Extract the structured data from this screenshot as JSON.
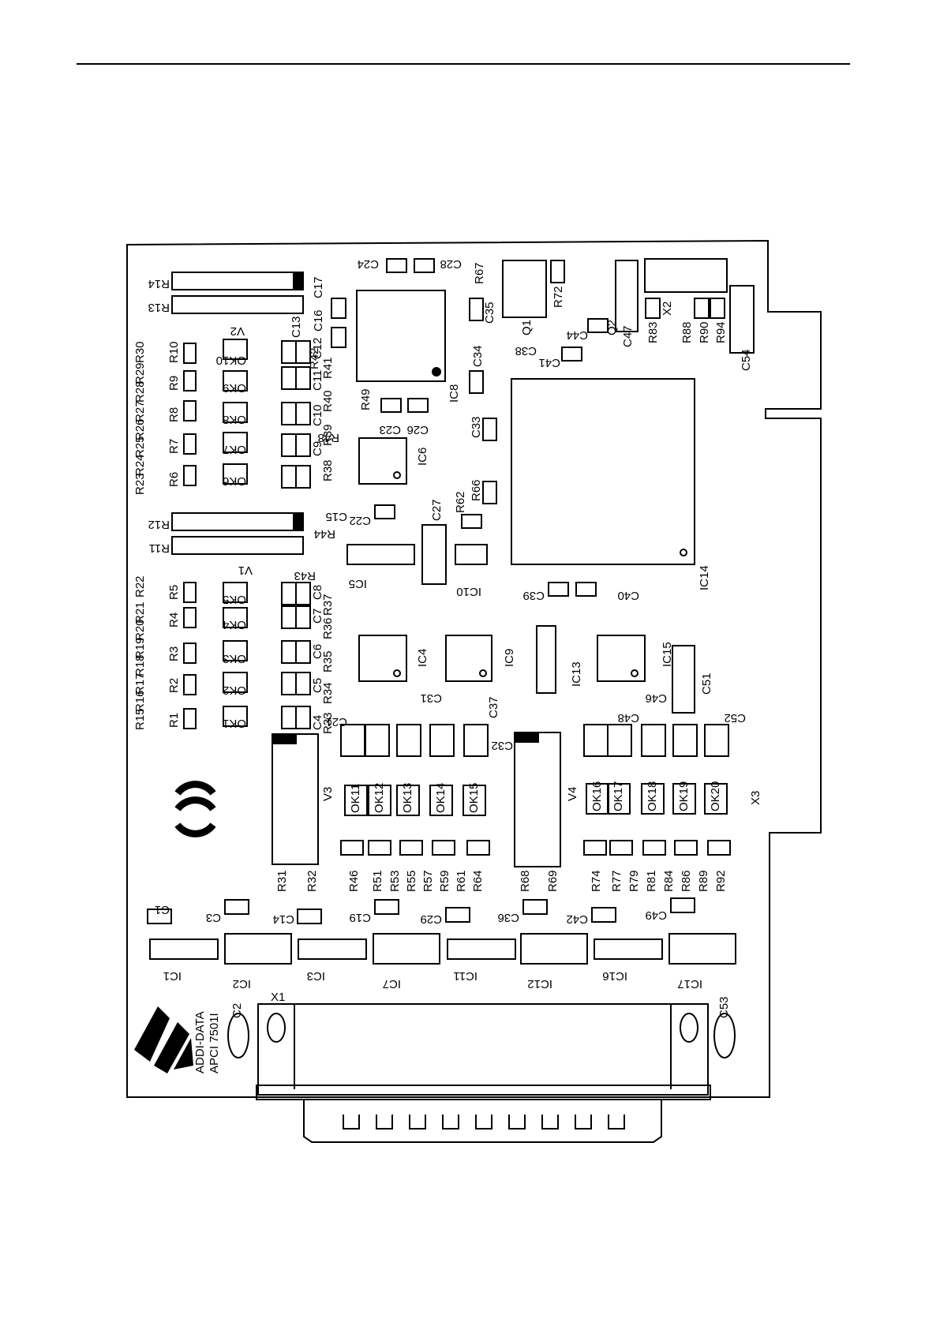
{
  "brand": {
    "line1": "ADDI-DATA",
    "line2": "APCI 7501I"
  },
  "mark": {
    "ce": "CE"
  },
  "connectors": {
    "x1": "X1",
    "x2": "X2",
    "x3": "X3"
  },
  "big_ics": {
    "ic14": "IC14",
    "ic8": "IC8"
  },
  "ic_labels": [
    "IC1",
    "IC2",
    "IC3",
    "IC7",
    "IC11",
    "IC12",
    "IC16",
    "IC17"
  ],
  "opto_top": [
    "OK10",
    "OK9",
    "OK8",
    "OK7",
    "OK6",
    "OK5",
    "OK4",
    "OK3",
    "OK2",
    "OK1"
  ],
  "opto_bottom": [
    "OK11",
    "OK12",
    "OK13",
    "OK14",
    "OK15",
    "OK16",
    "OK17",
    "OK18",
    "OK19",
    "OK20"
  ],
  "resistor_left": [
    "R30",
    "R29",
    "R28",
    "R27",
    "R26",
    "R25",
    "R24",
    "R23",
    "R22",
    "R21",
    "R20",
    "R19",
    "R18",
    "R17",
    "R16",
    "R15"
  ],
  "resistor_left2": [
    "R10",
    "R9",
    "R8",
    "R7",
    "R6",
    "R5",
    "R4",
    "R3",
    "R2",
    "R1"
  ],
  "bottom_r": [
    "R31",
    "R32",
    "R46",
    "R51",
    "R53",
    "R55",
    "R57",
    "R59",
    "R61",
    "R64",
    "R68",
    "R69",
    "R74",
    "R77",
    "R79",
    "R81",
    "R84",
    "R86",
    "R89",
    "R92"
  ],
  "bottom_c": [
    "C1",
    "C3",
    "C14",
    "C19",
    "C29",
    "C36",
    "C42",
    "C49"
  ],
  "misc": {
    "v1": "V1",
    "v2": "V2",
    "v3": "V3",
    "v4": "V4",
    "r14": "R14",
    "r13": "R13",
    "r12": "R12",
    "r11": "R11",
    "c2": "C2",
    "c53": "C53",
    "c54": "C54",
    "c47": "C47",
    "c51": "C51",
    "ic5": "IC5",
    "ic6": "IC6",
    "ic10": "IC10",
    "ic4": "IC4",
    "ic9": "IC9",
    "ic13": "IC13",
    "ic15": "IC15",
    "c24": "C24",
    "c28": "C28",
    "r67": "R67",
    "r72": "R72",
    "c35": "C35",
    "c34": "C34",
    "c33": "C33",
    "r66": "R66",
    "r62": "R62",
    "c27": "C27",
    "c22": "C22",
    "c15": "C15",
    "r44": "R44",
    "r43": "R43",
    "c39": "C39",
    "c40": "C40",
    "q1": "Q1",
    "q2": "Q2",
    "c44": "C44",
    "c38": "C38",
    "c41": "C41",
    "r83": "R83",
    "r88": "R88",
    "r90": "R90",
    "r94": "R94",
    "c23": "C23",
    "c26": "C26",
    "r49": "R49",
    "r48": "R48",
    "c17": "C17",
    "c16": "C16",
    "c13": "C13",
    "c12": "C12",
    "c11": "C11",
    "c10": "C10",
    "c9": "C9",
    "r42": "R42",
    "r41": "R41",
    "r40": "R40",
    "r39": "R39",
    "r38": "R38",
    "c8": "C8",
    "c7": "C7",
    "c6": "C6",
    "c5": "C5",
    "c4": "C4",
    "r37": "R37",
    "r36": "R36",
    "r35": "R35",
    "r34": "R34",
    "r33": "R33",
    "c31": "C31",
    "c46": "C46",
    "c37": "C37",
    "c21": "C21",
    "c32": "C32",
    "c48": "C48",
    "c52": "C52"
  }
}
